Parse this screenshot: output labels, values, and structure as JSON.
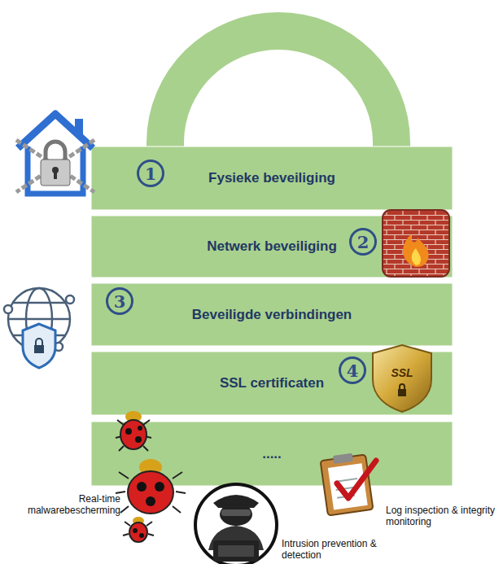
{
  "diagram": {
    "nodes": [
      {
        "text": [
          "Fysieke beveiliging"
        ]
      },
      {
        "text": [
          "Netwerk beveiliging"
        ]
      },
      {
        "text": [
          "Beveiligde verbindingen"
        ]
      },
      {
        "text": [
          "SSL certificaten"
        ]
      },
      {
        "text": [
          "....."
        ]
      }
    ],
    "labels": [
      "1",
      "2",
      "3",
      "4",
      "SSL",
      "Real-time malwarebescherming",
      "Intrusion prevention & detection",
      "Log inspection & integrity monitoring"
    ]
  }
}
